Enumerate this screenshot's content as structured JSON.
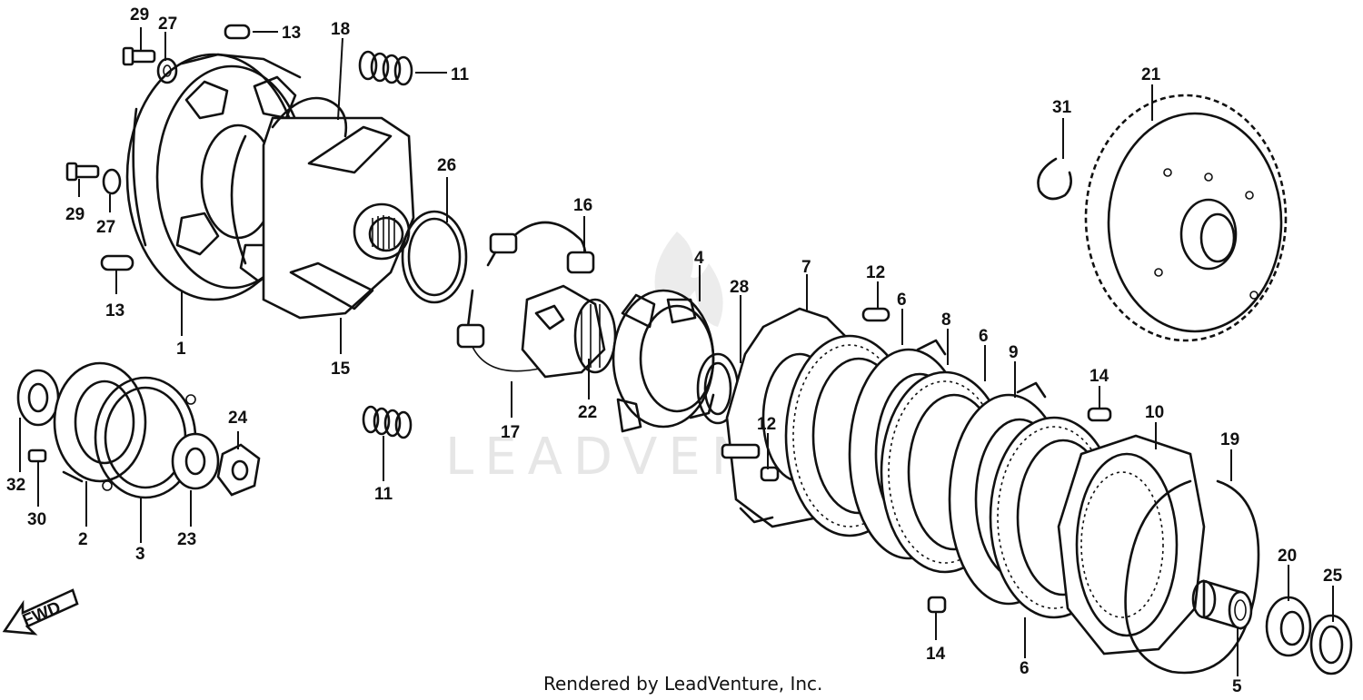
{
  "watermark": "LEADVENTURE",
  "credit": "Rendered by LeadVenture, Inc.",
  "fwd_label": "FWD",
  "callouts": {
    "c29a": "29",
    "c27a": "27",
    "c13a": "13",
    "c18": "18",
    "c11a": "11",
    "c29b": "29",
    "c27b": "27",
    "c13b": "13",
    "c1": "1",
    "c15": "15",
    "c26": "26",
    "c16": "16",
    "c17": "17",
    "c22": "22",
    "c4": "4",
    "c28": "28",
    "c7": "7",
    "c12a": "12",
    "c6a": "6",
    "c8": "8",
    "c6b": "6",
    "c9": "9",
    "c14a": "14",
    "c10": "10",
    "c19": "19",
    "c12b": "12",
    "c14b": "14",
    "c6c": "6",
    "c20": "20",
    "c25": "25",
    "c5": "5",
    "c21": "21",
    "c31": "31",
    "c32": "32",
    "c30": "30",
    "c2": "2",
    "c3": "3",
    "c23": "23",
    "c24": "24",
    "c11b": "11"
  }
}
